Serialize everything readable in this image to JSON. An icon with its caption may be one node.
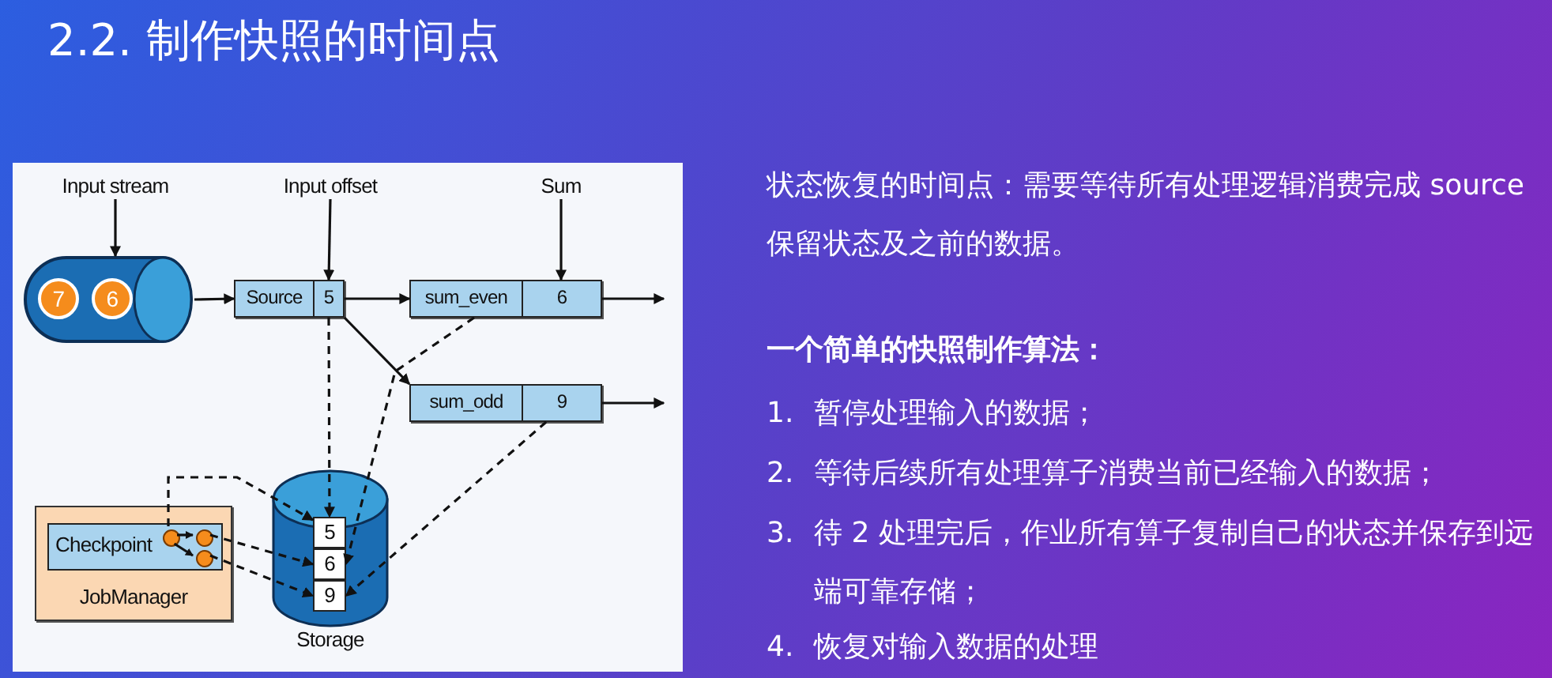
{
  "diagram": {
    "title": "2.2. 制作快照的时间点",
    "nodes": [
      {
        "text": [
          "Input stream"
        ]
      },
      {
        "text": [],
        "shape": "cylinder"
      },
      {
        "text": [
          "7"
        ],
        "in": 1
      },
      {
        "text": [
          "6"
        ],
        "in": 1
      },
      {
        "text": [
          "Input offset"
        ]
      },
      {
        "text": [
          "Source",
          "5"
        ]
      },
      {
        "text": [
          "Sum"
        ]
      },
      {
        "text": [
          "sum_even",
          "6"
        ]
      },
      {
        "text": [
          "sum_odd",
          "9"
        ]
      },
      {
        "text": [
          "JobManager"
        ]
      },
      {
        "text": [
          "Checkpoint"
        ],
        "in": 9
      },
      {
        "text": [],
        "shape": "circle",
        "in": 10
      },
      {
        "text": [],
        "shape": "circle",
        "in": 10
      },
      {
        "text": [],
        "shape": "circle",
        "in": 10
      },
      {
        "text": [
          "Storage"
        ]
      },
      {
        "text": [
          "5"
        ],
        "in": 14
      },
      {
        "text": [
          "6"
        ],
        "in": 14
      },
      {
        "text": [
          "9"
        ],
        "in": 14
      }
    ],
    "edges": [
      {
        "from": 0,
        "to": 1,
        "arrow": "to"
      },
      {
        "from": 4,
        "to": 5,
        "arrow": "to"
      },
      {
        "from": 6,
        "to": 7,
        "arrow": "to"
      },
      {
        "from": 1,
        "to": 5,
        "arrow": "to"
      },
      {
        "from": 5,
        "to": 7,
        "arrow": "to"
      },
      {
        "from": 5,
        "to": 8,
        "arrow": "to"
      },
      {
        "from": 7,
        "to": null,
        "arrow": "to"
      },
      {
        "from": 8,
        "to": null,
        "arrow": "to"
      },
      {
        "from": 5,
        "to": 15,
        "arrow": "to",
        "style": "dashed"
      },
      {
        "from": 7,
        "to": 16,
        "arrow": "to",
        "style": "dashed"
      },
      {
        "from": 8,
        "to": 17,
        "arrow": "to",
        "style": "dashed"
      },
      {
        "from": 11,
        "to": 12,
        "arrow": "to"
      },
      {
        "from": 11,
        "to": 13,
        "arrow": "to"
      },
      {
        "from": 11,
        "to": 15,
        "arrow": "to",
        "style": "dashed"
      },
      {
        "from": 12,
        "to": 16,
        "arrow": "to",
        "style": "dashed"
      },
      {
        "from": 13,
        "to": 17,
        "arrow": "to",
        "style": "dashed"
      }
    ],
    "labels": [
      "状态恢复的时间点：需要等待所有处理逻辑消费完成 source 保留状态及之前的数据。",
      "一个简单的快照制作算法：",
      "1.",
      "暂停处理输入的数据；",
      "2.",
      "等待后续所有处理算子消费当前已经输入的数据；",
      "3.",
      "待 2 处理完后，作业所有算子复制自己的状态并保存到远端可靠存储；",
      "4.",
      "恢复对输入数据的处理"
    ]
  }
}
